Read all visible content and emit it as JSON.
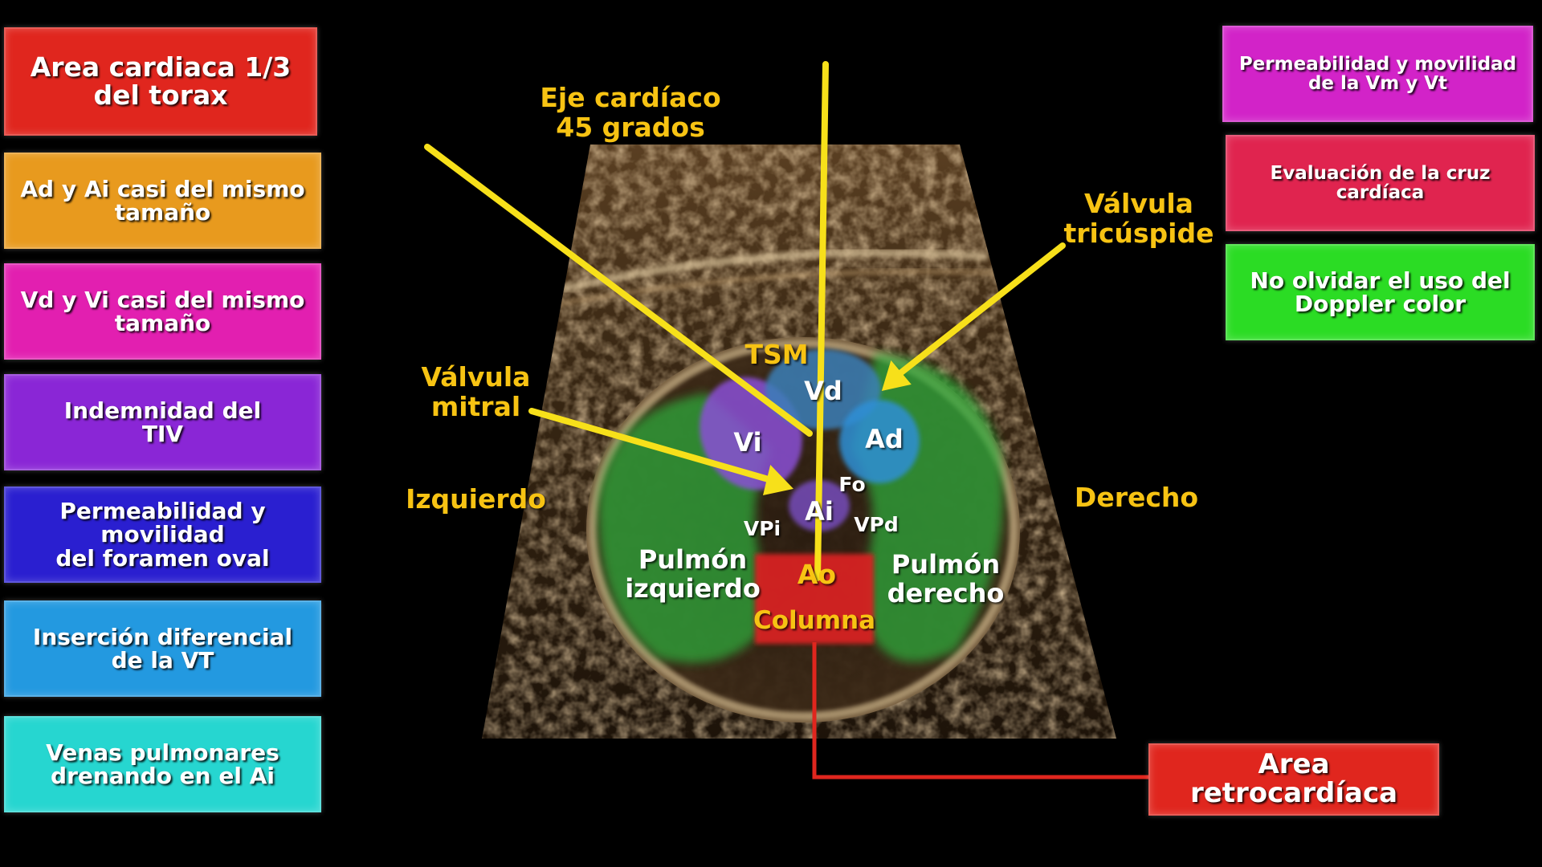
{
  "left_boxes": [
    {
      "text": "Area cardiaca 1/3\ndel torax",
      "color": "#e0261e"
    },
    {
      "text": "Ad y Ai casi del mismo\ntamaño",
      "color": "#e89a1e"
    },
    {
      "text": "Vd y Vi casi del mismo\ntamaño",
      "color": "#e21fb0"
    },
    {
      "text": "Indemnidad del\nTIV",
      "color": "#8a26d6"
    },
    {
      "text": "Permeabilidad y movilidad\ndel foramen oval",
      "color": "#2a1fd0"
    },
    {
      "text": "Inserción diferencial\nde la VT",
      "color": "#2399e0"
    },
    {
      "text": "Venas pulmonares\ndrenando en el Ai",
      "color": "#26d6d0"
    }
  ],
  "right_boxes": [
    {
      "text": "Permeabilidad y movilidad\nde la Vm y Vt",
      "color": "#d223c8"
    },
    {
      "text": "Evaluación de la cruz\ncardíaca",
      "color": "#e0244f"
    },
    {
      "text": "No olvidar el uso del\nDoppler color",
      "color": "#2bdc24"
    }
  ],
  "retro_box": {
    "text": "Area retrocardíaca",
    "color": "#e0261e"
  },
  "labels": {
    "eje": "Eje cardíaco\n45 grados",
    "valvula_tricuspide": "Válvula\ntricúspide",
    "valvula_mitral": "Válvula\nmitral",
    "izquierdo": "Izquierdo",
    "derecho": "Derecho",
    "tsm": "TSM",
    "vd": "Vd",
    "vi": "Vi",
    "ad": "Ad",
    "ai": "Ai",
    "fo": "Fo",
    "vpi": "VPi",
    "vpd": "VPd",
    "pulmon_izq": "Pulmón\nizquierdo",
    "pulmon_der": "Pulmón\nderecho",
    "ao": "Ao",
    "columna": "Columna"
  },
  "colors": {
    "annotation_yellow": "#f7c313",
    "lung_green": "#2fa83a",
    "ventricle_purple": "#8a4fd6",
    "atrium_blue": "#2f8fd6",
    "spine_red": "#d62020"
  }
}
